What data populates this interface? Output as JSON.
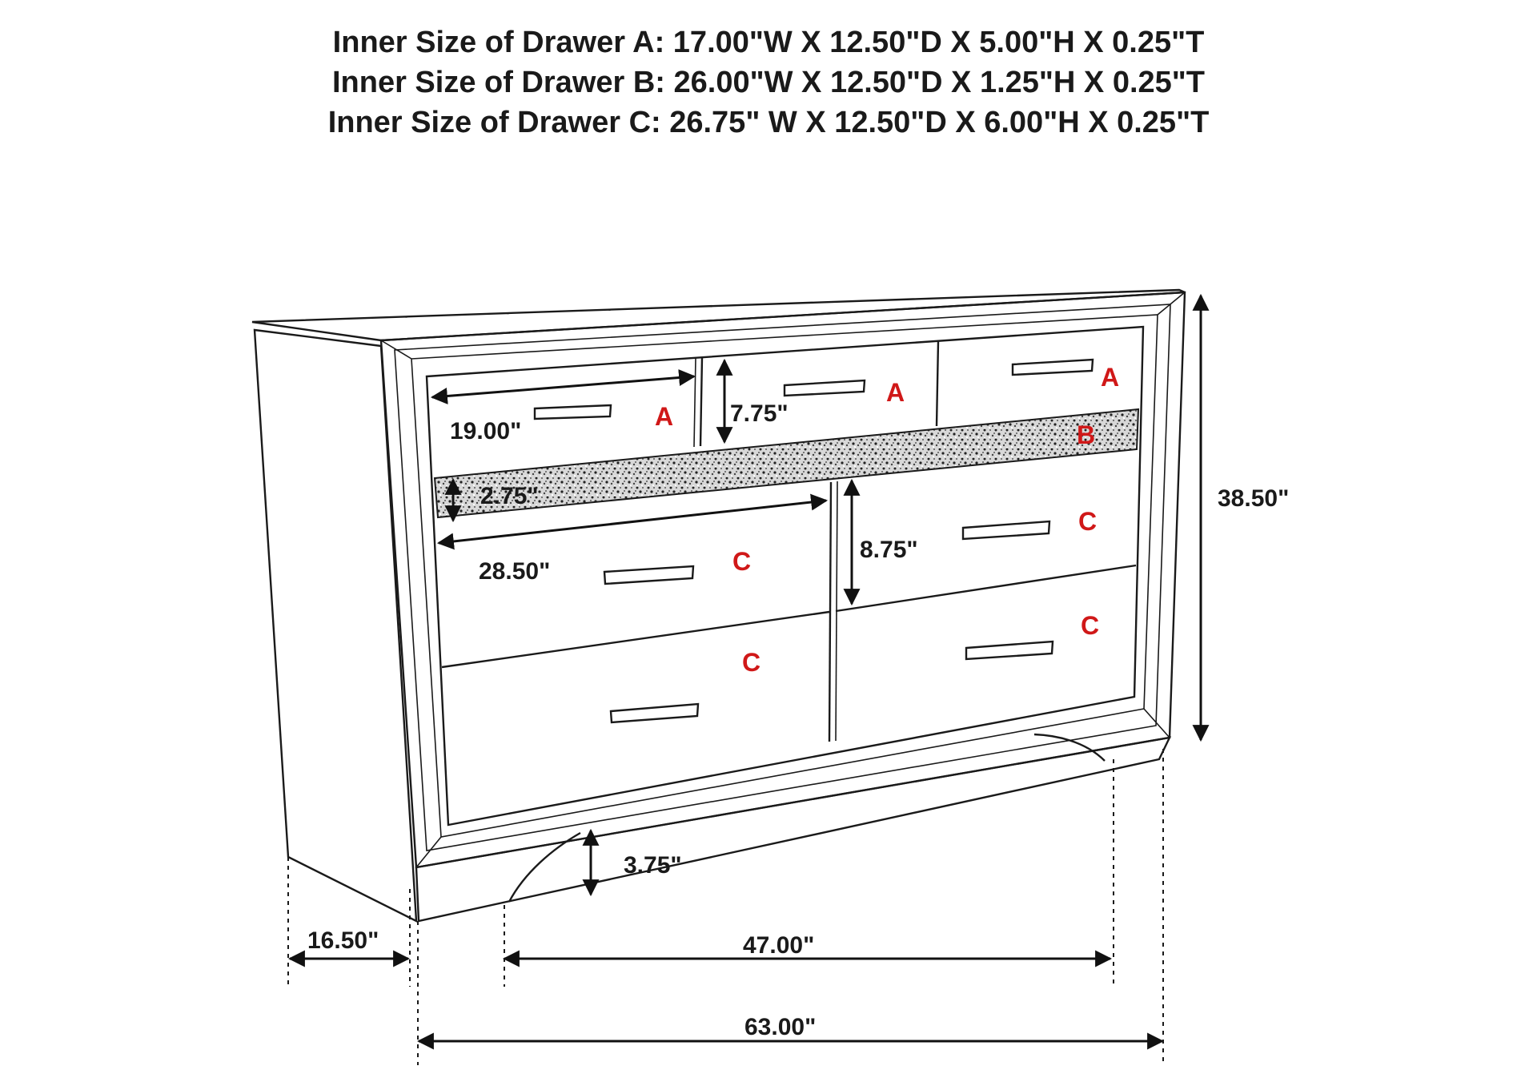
{
  "specs": [
    "Inner Size of Drawer A: 17.00\"W X 12.50\"D X 5.00\"H X 0.25\"T",
    "Inner Size of Drawer B: 26.00\"W X 12.50\"D X 1.25\"H X 0.25\"T",
    "Inner Size of Drawer C: 26.75\" W X 12.50\"D X 6.00\"H X 0.25\"T"
  ],
  "dimensions": {
    "top_drawer_width": "19.00\"",
    "top_drawer_height": "7.75\"",
    "strip_height": "2.75\"",
    "lower_drawer_width": "28.50\"",
    "lower_drawer_height": "8.75\"",
    "total_height": "38.50\"",
    "base_height": "3.75\"",
    "depth": "16.50\"",
    "leg_span": "47.00\"",
    "total_width": "63.00\""
  },
  "drawer_tags": {
    "a1": "A",
    "a2": "A",
    "a3": "A",
    "b": "B",
    "c1": "C",
    "c2": "C",
    "c3": "C",
    "c4": "C"
  },
  "colors": {
    "line": "#1a1a1a",
    "tag": "#d01818"
  }
}
